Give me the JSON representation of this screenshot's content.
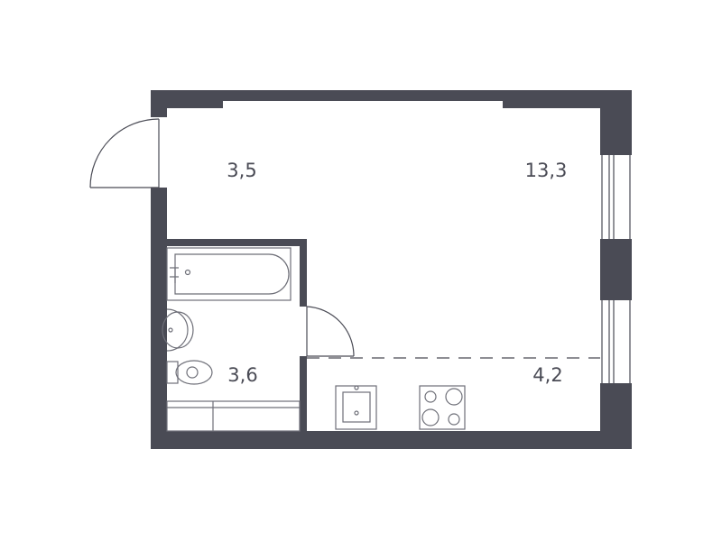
{
  "floor_plan": {
    "colors": {
      "wall": "#4a4b55",
      "line": "#4a4b55",
      "fixture": "#6e6f78",
      "background": "#ffffff"
    },
    "rooms": [
      {
        "id": "hallway",
        "area": "3,5"
      },
      {
        "id": "living-room",
        "area": "13,3"
      },
      {
        "id": "bathroom",
        "area": "3,6"
      },
      {
        "id": "kitchen",
        "area": "4,2"
      }
    ],
    "fixtures": [
      "bathtub",
      "washbasin",
      "toilet",
      "kitchen-sink",
      "cooktop"
    ],
    "doors": [
      "entrance-door",
      "bathroom-door"
    ],
    "windows": [
      "window-upper",
      "window-lower"
    ]
  }
}
